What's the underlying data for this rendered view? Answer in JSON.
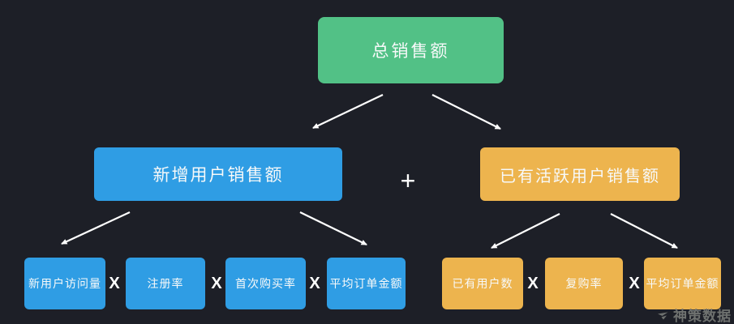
{
  "canvas": {
    "background": "#1d1f27",
    "arrow_color": "#ffffff",
    "node_text_color": "#f7f9f9"
  },
  "diagram": {
    "root": {
      "label": "总销售额",
      "color": "#52c186"
    },
    "plus_operator": "+",
    "times_operator": "X",
    "left_branch": {
      "label": "新增用户销售额",
      "color": "#2f9de4",
      "leaves": [
        "新用户访问量",
        "注册率",
        "首次购买率",
        "平均订单金额"
      ]
    },
    "right_branch": {
      "label": "已有活跃用户销售额",
      "color": "#edb44e",
      "leaves": [
        "已有用户数",
        "复购率",
        "平均订单金额"
      ]
    }
  },
  "watermark": {
    "brand": "神策数据",
    "color": "#6e716f"
  }
}
